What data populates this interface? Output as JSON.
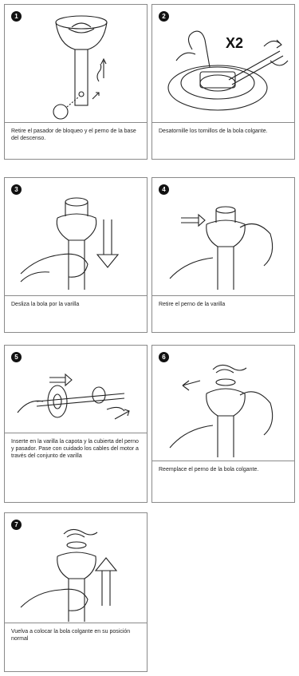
{
  "steps": [
    {
      "number": "1",
      "caption": "Retire el pasador de bloqueo y el perno de la base del descenso."
    },
    {
      "number": "2",
      "caption": "Desatornille los tornillos de la bola colgante.",
      "badge_text": "X2"
    },
    {
      "number": "3",
      "caption": "Desliza la bola por la varilla"
    },
    {
      "number": "4",
      "caption": "Retire el perno de la varilla"
    },
    {
      "number": "5",
      "caption": "Inserte en la varilla la capota y la cubierta del perno y pasador. Pase con cuidado los cables del motor a través del conjunto de varilla"
    },
    {
      "number": "6",
      "caption": "Reemplace el perno de la bola colgante."
    },
    {
      "number": "7",
      "caption": "Vuelva a colocar la bola colgante en su posición normal"
    }
  ]
}
